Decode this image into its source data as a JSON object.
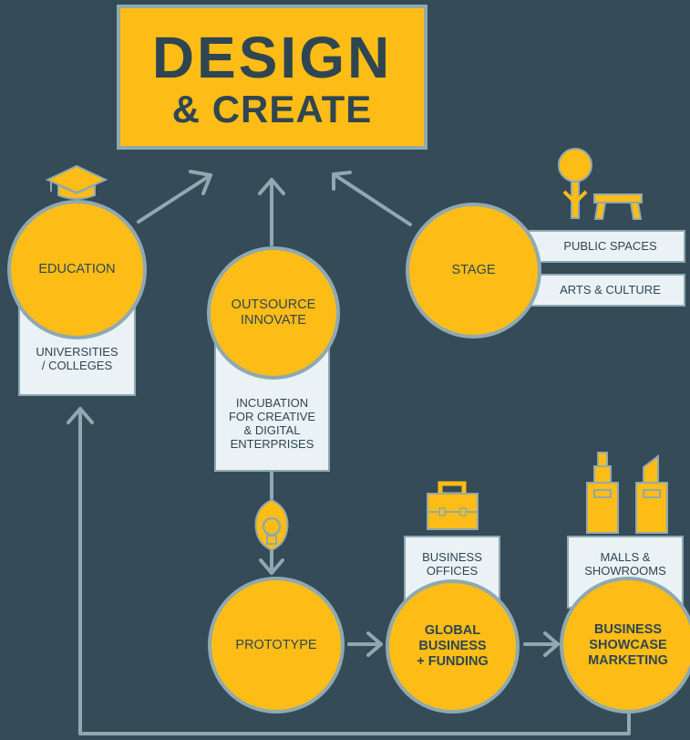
{
  "title": {
    "line1": "DESIGN",
    "line2": "& CREATE"
  },
  "nodes": {
    "education": {
      "label": "EDUCATION",
      "sub": "UNIVERSITIES\n/ COLLEGES"
    },
    "outsource": {
      "label": "OUTSOURCE\nINNOVATE",
      "sub": "INCUBATION\nFOR CREATIVE\n& DIGITAL\nENTERPRISES"
    },
    "stage": {
      "label": "STAGE",
      "tags": [
        "PUBLIC SPACES",
        "ARTS & CULTURE"
      ]
    },
    "prototype": {
      "label": "PROTOTYPE"
    },
    "global": {
      "label": "GLOBAL\nBUSINESS\n+ FUNDING",
      "sub": "BUSINESS\nOFFICES"
    },
    "showcase": {
      "label": "BUSINESS\nSHOWCASE\nMARKETING",
      "sub": "MALLS &\nSHOWROOMS"
    }
  },
  "colors": {
    "background": "#354b58",
    "accent": "#fdbd16",
    "line": "#8fa9b1",
    "panel": "#eaf2f6",
    "text": "#2f4652"
  },
  "icons": [
    "graduation-cap-icon",
    "tree-icon",
    "bench-icon",
    "lightbulb-icon",
    "briefcase-icon",
    "bottle-icon",
    "lipstick-icon"
  ]
}
